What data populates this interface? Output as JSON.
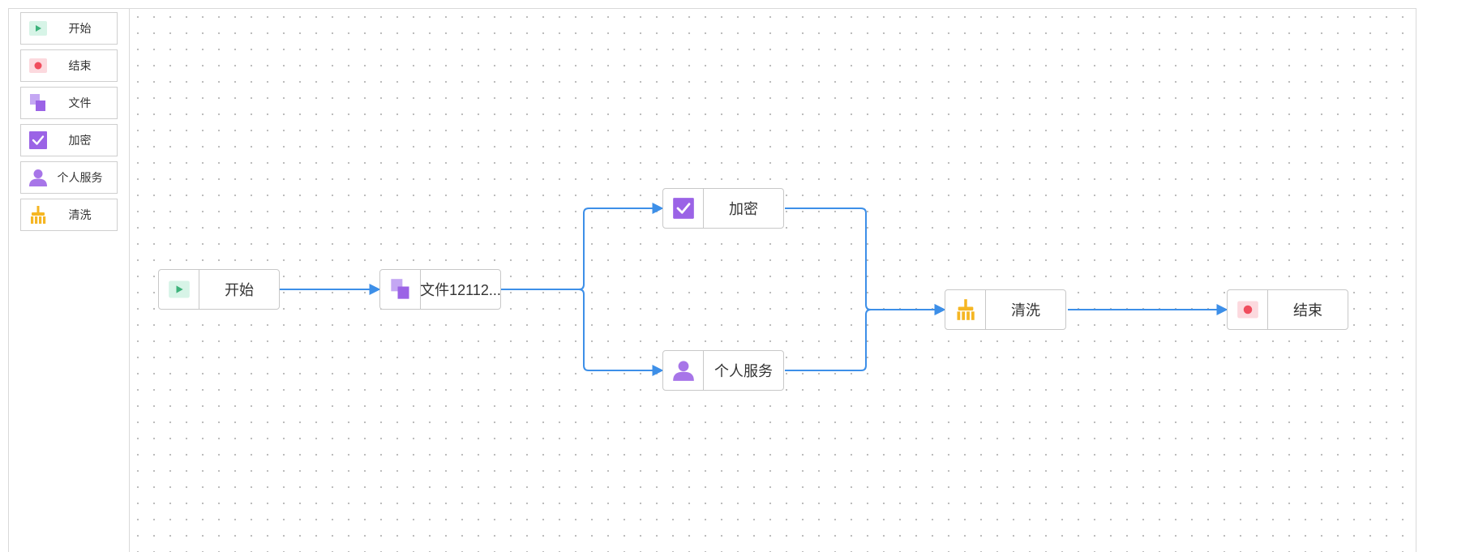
{
  "colors": {
    "edge": "#3d8fe8",
    "start_bg": "#d7f4e7",
    "start_fg": "#3cb27a",
    "end_bg": "#fcd9de",
    "end_fg": "#f04d5d",
    "file_light": "#c4a7f3",
    "file_dark": "#9b63e6",
    "encrypt": "#9b63e6",
    "person": "#a775e8",
    "clean": "#f5b623"
  },
  "palette": {
    "items": [
      {
        "id": "start",
        "label": "开始",
        "icon": "play-icon"
      },
      {
        "id": "end",
        "label": "结束",
        "icon": "stop-dot-icon"
      },
      {
        "id": "file",
        "label": "文件",
        "icon": "file-icon"
      },
      {
        "id": "encrypt",
        "label": "加密",
        "icon": "checkbox-icon"
      },
      {
        "id": "personal",
        "label": "个人服务",
        "icon": "person-icon"
      },
      {
        "id": "clean",
        "label": "清洗",
        "icon": "broom-icon"
      }
    ]
  },
  "canvas": {
    "nodes": [
      {
        "id": "start",
        "label": "开始",
        "icon": "play-icon"
      },
      {
        "id": "file",
        "label": "文件12112...",
        "icon": "file-icon"
      },
      {
        "id": "encrypt",
        "label": "加密",
        "icon": "checkbox-icon"
      },
      {
        "id": "personal",
        "label": "个人服务",
        "icon": "person-icon"
      },
      {
        "id": "clean",
        "label": "清洗",
        "icon": "broom-icon"
      },
      {
        "id": "end",
        "label": "结束",
        "icon": "stop-dot-icon"
      }
    ],
    "edges": [
      {
        "from": "start",
        "to": "file"
      },
      {
        "from": "file",
        "to": "encrypt"
      },
      {
        "from": "file",
        "to": "personal"
      },
      {
        "from": "encrypt",
        "to": "clean"
      },
      {
        "from": "personal",
        "to": "clean"
      },
      {
        "from": "clean",
        "to": "end"
      }
    ]
  }
}
